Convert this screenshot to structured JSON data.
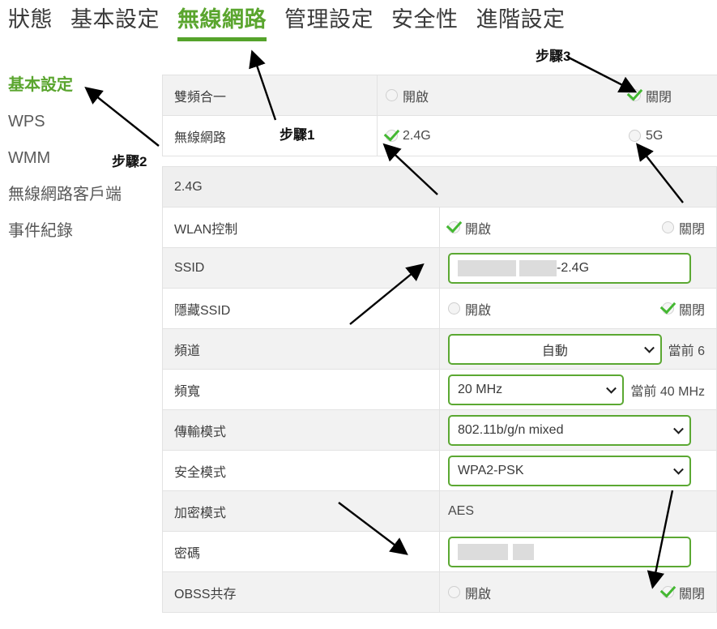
{
  "topnav": {
    "items": [
      {
        "label": "狀態",
        "active": false
      },
      {
        "label": "基本設定",
        "active": false
      },
      {
        "label": "無線網路",
        "active": true
      },
      {
        "label": "管理設定",
        "active": false
      },
      {
        "label": "安全性",
        "active": false
      },
      {
        "label": "進階設定",
        "active": false
      }
    ]
  },
  "sidebar": {
    "items": [
      {
        "label": "基本設定",
        "active": true
      },
      {
        "label": "WPS",
        "active": false
      },
      {
        "label": "WMM",
        "active": false
      },
      {
        "label": "無線網路客戶端",
        "active": false
      },
      {
        "label": "事件紀錄",
        "active": false
      }
    ]
  },
  "table": {
    "rows": [
      {
        "label": "雙頻合一",
        "opt1": "開啟",
        "opt1_checked": false,
        "opt2": "關閉",
        "opt2_checked": true
      },
      {
        "label": "無線網路",
        "opt1": "2.4G",
        "opt1_checked": true,
        "opt2": "5G",
        "opt2_checked": false
      },
      {
        "label": "WLAN控制",
        "opt1": "開啟",
        "opt1_checked": true,
        "opt2": "關閉",
        "opt2_checked": false
      },
      {
        "label": "隱藏SSID",
        "opt1": "開啟",
        "opt1_checked": false,
        "opt2": "關閉",
        "opt2_checked": true
      },
      {
        "label": "OBSS共存",
        "opt1": "開啟",
        "opt1_checked": false,
        "opt2": "關閉",
        "opt2_checked": true
      }
    ],
    "section_24g": "2.4G",
    "ssid_label": "SSID",
    "ssid_value_suffix": "-2.4G",
    "channel_label": "頻道",
    "channel_value": "自動",
    "channel_current": "當前 6",
    "bandwidth_label": "頻寬",
    "bandwidth_value": "20 MHz",
    "bandwidth_current": "當前 40 MHz",
    "mode_label": "傳輸模式",
    "mode_value": "802.11b/g/n mixed",
    "security_label": "安全模式",
    "security_value": "WPA2-PSK",
    "encryption_label": "加密模式",
    "encryption_value": "AES",
    "password_label": "密碼"
  },
  "annotations": {
    "step1": "步驟1",
    "step2": "步驟2",
    "step3": "步驟3"
  },
  "colors": {
    "accent_green": "#55a32b",
    "check_green": "#44b832",
    "row_stripe": "#f2f2f2"
  }
}
